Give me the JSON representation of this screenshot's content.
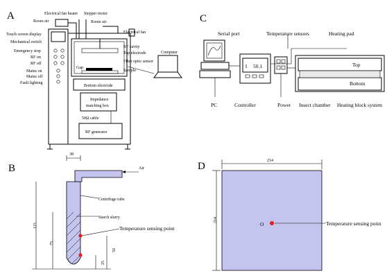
{
  "panels": {
    "a": {
      "letter": "A",
      "labels": {
        "fan_heater": "Electrical fan heater",
        "stepper_motor": "Stepper motor",
        "room_air_left": "Room air",
        "room_air_right": "Room air",
        "touch_screen": "Touch screen display",
        "mech_switch": "Mechanical switch",
        "emergency_stop": "Emergency stop",
        "rf_on": "RF on",
        "rf_off": "RF off",
        "mains_on": "Mains on",
        "mains_off": "Mains off",
        "fault_lighting": "Fault lighting",
        "electrical_fan": "Electrical fan",
        "rf_cavity": "RF cavity",
        "top_electrode": "Top electrode",
        "fiber_optic": "Fiber optic sensor",
        "sample": "Sample",
        "gap": "Gap",
        "computer": "Computer",
        "bottom_electrode": "Bottom electrode",
        "impedance_line1": "Impedance",
        "impedance_line2": "matching box",
        "cable": "50Ω cable",
        "rf_generator": "RF generator"
      }
    },
    "b": {
      "letter": "B",
      "labels": {
        "air": "Air",
        "centrifuge_tube": "Centrifuge tube",
        "starch_slurry": "Starch slurry",
        "temp_point": "Temperature sensing point"
      },
      "dims": {
        "d38": "38",
        "d115": "115",
        "d75": "75",
        "d50": "50",
        "d25": "25"
      }
    },
    "c": {
      "letter": "C",
      "labels": {
        "serial_port": "Serial port",
        "temp_sensors": "Temperature sensors",
        "heating_pad": "Heating pad",
        "pc": "PC",
        "controller": "Controller",
        "power": "Power",
        "insect_chamber": "Insect chamber",
        "heating_block": "Heating block system",
        "top": "Top",
        "bottom": "Bottom",
        "display_1": "1",
        "display_2": "50.1"
      }
    },
    "d": {
      "letter": "D",
      "labels": {
        "origin": "O",
        "temp_point": "Temperature sensing point"
      },
      "dims": {
        "width": "214",
        "height": "214"
      }
    }
  },
  "colors": {
    "lavender": "#c4c4ee",
    "light_lavender": "#d6d6f6",
    "red_dot": "#e0201c"
  }
}
